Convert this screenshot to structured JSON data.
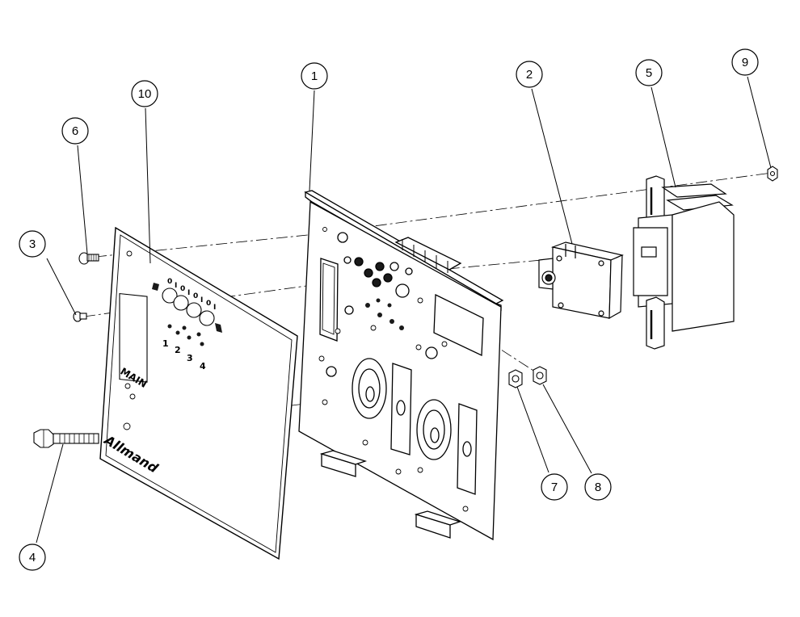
{
  "callouts": [
    "1",
    "2",
    "3",
    "4",
    "5",
    "6",
    "7",
    "8",
    "9",
    "10"
  ],
  "faceplate": {
    "label_main": "MAIN",
    "switch_numbers": [
      "1",
      "2",
      "3",
      "4"
    ],
    "toggle_marks": [
      "0",
      "I",
      "0",
      "I",
      "0",
      "I",
      "0",
      "I"
    ],
    "logo": "Allmand"
  },
  "colors": {
    "line": "#000000",
    "background": "#ffffff",
    "dark_fill": "#1a1a1a"
  }
}
